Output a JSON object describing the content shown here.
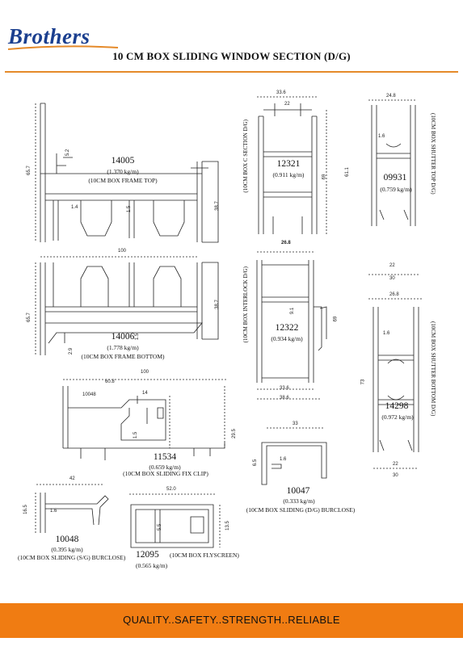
{
  "brand": "Brothers",
  "title": "10 CM BOX SLIDING WINDOW SECTION (D/G)",
  "footer_tagline": "QUALITY..SAFETY..STRENGTH..RELIABLE",
  "colors": {
    "brand": "#1b3f8f",
    "accent": "#f07c12",
    "rule": "#e58a2a"
  },
  "profiles": [
    {
      "code": "14005",
      "weight": "(1.370 kg/m)",
      "name": "(10CM BOX FRAME TOP)"
    },
    {
      "code": "14006",
      "weight": "(1.778 kg/m)",
      "name": "(10CM BOX FRAME BOTTOM)"
    },
    {
      "code": "11534",
      "weight": "(0.659 kg/m)",
      "name": "(10CM BOX SLIDING FIX CLIP)"
    },
    {
      "code": "10048",
      "weight": "(0.395 kg/m)",
      "name": "(10CM BOX SLIDING (S/G) BURCLOSE)"
    },
    {
      "code": "12095",
      "weight": "(0.565 kg/m)",
      "name": "(10CM BOX FLYSCREEN)"
    },
    {
      "code": "12321",
      "weight": "(0.911 kg/m)",
      "name": "(10CM BOX C SECTION D/G)"
    },
    {
      "code": "12322",
      "weight": "(0.934 kg/m)",
      "name": "(10CM BOX INTERLOCK D/G)"
    },
    {
      "code": "10047",
      "weight": "(0.333 kg/m)",
      "name": "(10CM BOX SLIDING (D/G) BURCLOSE)"
    },
    {
      "code": "09931",
      "weight": "(0.759 kg/m)",
      "name": "(10CM BOX SHUTTER TOP D/G)"
    },
    {
      "code": "14298",
      "weight": "(0.972 kg/m)",
      "name": "(10CM BOX SHUTTER BOTTOM D/G)"
    }
  ],
  "dimensions": {
    "d_100": "100",
    "d_65_7a": "65.7",
    "d_5_2": "5.2",
    "d_38_7a": "38.7",
    "d_1_4a": "1.4",
    "d_1_5a": "1.5",
    "d_65_7b": "65.7",
    "d_38_7b": "38.7",
    "d_1_5b": "1.5",
    "d_2_9": "2.9",
    "d_100b": "100",
    "d_60_8": "60.8",
    "d_14": "14",
    "d_10048": "10048",
    "d_1_5c": "1.5",
    "d_29_5": "29.5",
    "d_42": "42",
    "d_16_5": "16.5",
    "d_1_6a": "1.6",
    "d_52": "52.0",
    "d_5_5": "5.5",
    "d_13_5": "13.5",
    "d_33_6a": "33.6",
    "d_22a": "22",
    "d_69a": "69",
    "d_61_1": "61.1",
    "d_26_8a": "26.8",
    "d_69b": "69",
    "d_9_1": "9.1",
    "d_33_6b": "33.6",
    "d_38_6": "38.6",
    "d_33": "33",
    "d_1_6b": "1.6",
    "d_6_5": "6.5",
    "d_24_8": "24.8",
    "d_1_6c": "1.6",
    "d_22b": "22",
    "d_30a": "30",
    "d_26_8b": "26.8",
    "d_1_6d": "1.6",
    "d_73": "73",
    "d_22c": "22",
    "d_30b": "30"
  }
}
